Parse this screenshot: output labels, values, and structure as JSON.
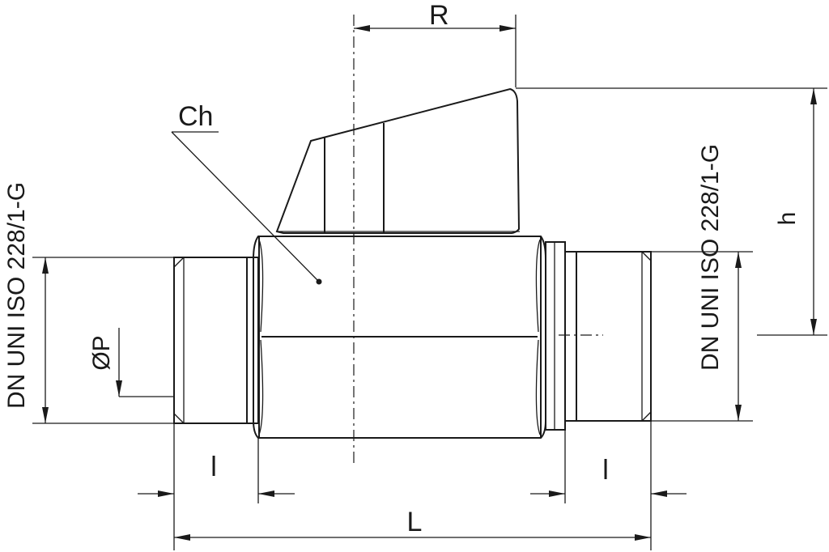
{
  "labels": {
    "R": "R",
    "Ch": "Ch",
    "h": "h",
    "P": "ØP",
    "l_left": "l",
    "l_right": "l",
    "L": "L",
    "thread_left": "DN UNI ISO 228/1-G",
    "thread_right": "DN UNI ISO 228/1-G"
  }
}
